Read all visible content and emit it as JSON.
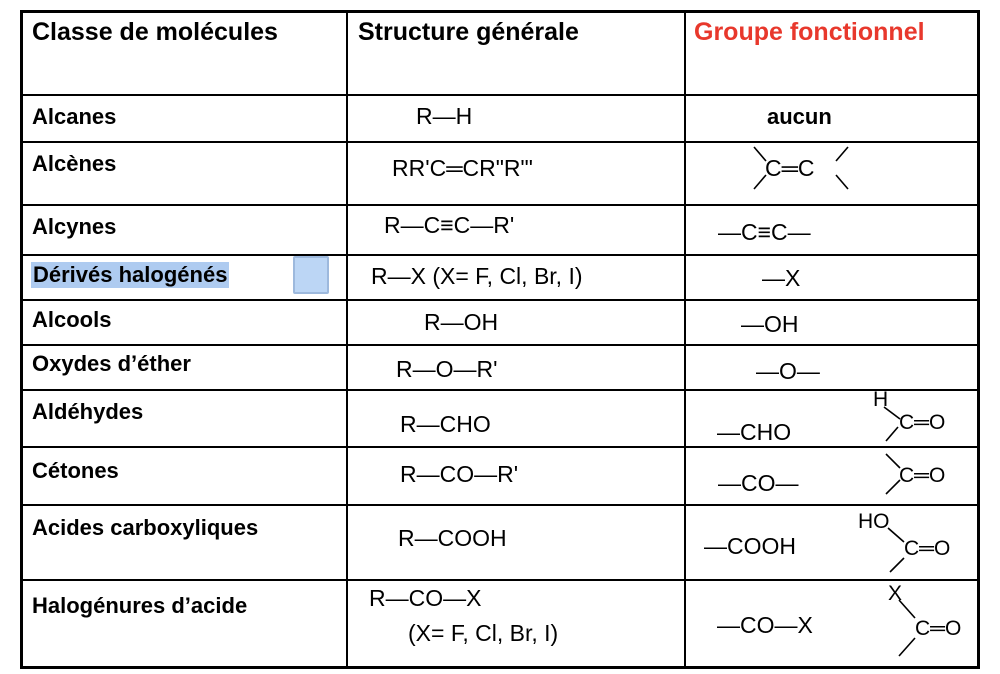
{
  "headers": {
    "classe": "Classe de molécules",
    "structure": "Structure générale",
    "groupe": "Groupe fonctionnel",
    "groupe_color": "#e8382c"
  },
  "rows": [
    {
      "classe": "Alcanes",
      "structure": "R—H",
      "groupe": "aucun"
    },
    {
      "classe": "Alcènes",
      "structure": "RR'C═CR\"R\"'",
      "groupe_glyph": "C═C"
    },
    {
      "classe": "Alcynes",
      "structure": "R—C≡C—R'",
      "groupe": "—C≡C—"
    },
    {
      "classe": "Dérivés halogénés",
      "structure": "R—X  (X= F, Cl, Br, I)",
      "groupe": "—X",
      "highlighted": true
    },
    {
      "classe": "Alcools",
      "structure": "R—OH",
      "groupe": "—OH"
    },
    {
      "classe": "Oxydes d’éther",
      "structure": "R—O—R'",
      "groupe": "—O—"
    },
    {
      "classe": "Aldéhydes",
      "structure": "R—CHO",
      "groupe": "—CHO",
      "drawn_h": "H",
      "drawn_co": "C═O"
    },
    {
      "classe": "Cétones",
      "structure": "R—CO—R'",
      "groupe": "—CO—",
      "drawn_co": "C═O"
    },
    {
      "classe": "Acides carboxyliques",
      "structure": "R—COOH",
      "groupe": "—COOH",
      "drawn_ho": "HO",
      "drawn_co": "C═O"
    },
    {
      "classe": "Halogénures d’acide",
      "structure": "R—CO—X",
      "structure_note": "(X= F, Cl, Br, I)",
      "groupe": "—CO—X",
      "drawn_x": "X",
      "drawn_co": "C═O"
    }
  ],
  "colors": {
    "grid": "#000000",
    "highlight": "#aecbf0",
    "header_red": "#e8382c"
  }
}
